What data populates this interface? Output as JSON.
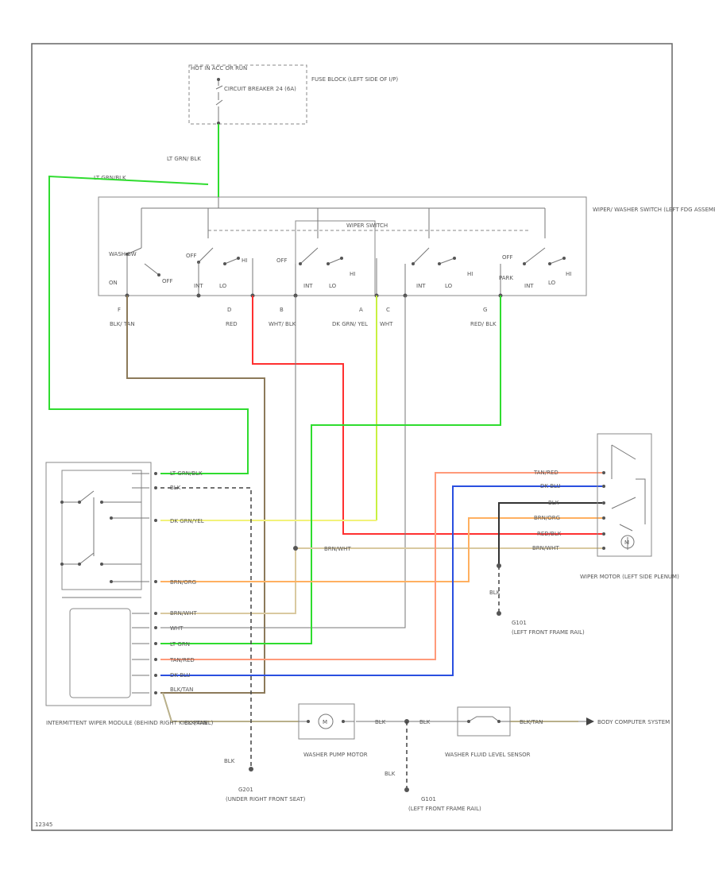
{
  "labels": {
    "hot_in": "HOT IN ACC OR RUN",
    "circuit_breaker": "CIRCUIT BREAKER 24 (6A)",
    "fuse_block": "FUSE BLOCK (LEFT SIDE OF I/P)",
    "ltgrn_blk_top": "LT GRN/ BLK",
    "ltgrn_blk_left": "LT GRN/BLK",
    "wiper_switch_title": "WIPER SWITCH",
    "wiper_washer_switch": "WIPER/ WASHER SWITCH (LEFT FDG ASSEMBLY)",
    "wash_sw": "WASH SW",
    "on": "ON",
    "off": "OFF",
    "int": "INT",
    "lo": "LO",
    "hi": "HI",
    "park": "PARK",
    "pin_f": "F",
    "pin_d": "D",
    "pin_b": "B",
    "pin_a": "A",
    "pin_c": "C",
    "pin_g": "G",
    "blk_tan": "BLK/ TAN",
    "red": "RED",
    "wht_blk": "WHT/ BLK",
    "dkgrn_yel": "DK GRN/ YEL",
    "wht": "WHT",
    "red_blk": "RED/ BLK",
    "module_ltgrn_blk": "LT GRN/BLK",
    "module_blk": "BLK",
    "module_dkgrn_yel": "DK GRN/YEL",
    "module_brn_org": "BRN/ORG",
    "module_brn_wht": "BRN/WHT",
    "module_wht": "WHT",
    "module_lt_grn": "LT GRN",
    "module_tan_red": "TAN/RED",
    "module_dk_blu": "DK BLU",
    "module_blk_tan": "BLK/TAN",
    "module_name": "INTERMITTENT WIPER MODULE (BEHIND RIGHT KICK PANEL)",
    "brn_wht_mid": "BRN/WHT",
    "motor_tan_red": "TAN/RED",
    "motor_dk_blu": "DK BLU",
    "motor_blk": "BLK",
    "motor_brn_org": "BRN/ORG",
    "motor_red_blk": "RED/BLK",
    "motor_brn_wht": "BRN/WHT",
    "motor_name": "WIPER MOTOR (LEFT SIDE PLENUM)",
    "motor_m": "M",
    "blk_motor_ground": "BLK",
    "g101_top_id": "G101",
    "g101_top_loc": "(LEFT FRONT FRAME RAIL)",
    "blk_tan_bottom": "BLK/TAN",
    "pump_m": "M",
    "washer_pump_motor": "WASHER PUMP MOTOR",
    "blk_pump_left": "BLK",
    "blk_pump_right": "BLK",
    "fluid_sensor": "WASHER FLUID LEVEL SENSOR",
    "blk_tan_right": "BLK/TAN",
    "body_computer": "BODY COMPUTER SYSTEM",
    "blk_g201": "BLK",
    "g201_id": "G201",
    "g201_loc": "(UNDER RIGHT FRONT SEAT)",
    "blk_g101": "BLK",
    "g101_bottom_id": "G101",
    "g101_bottom_loc": "(LEFT FRONT FRAME RAIL)",
    "corner_code": "12345"
  },
  "colors": {
    "lt_grn": "#2fdc2f",
    "red": "#ff3030",
    "blk_tan": "#8c7a5a",
    "dk_grn_yel": "#c8f040",
    "yellow": "#f2f27a",
    "orange": "#ffb060",
    "tan_red": "#ff9a7a",
    "dk_blu": "#2a4fe0",
    "brn_wht": "#d9c9a0",
    "wht": "#bbbbbb",
    "blk": "#333333"
  }
}
